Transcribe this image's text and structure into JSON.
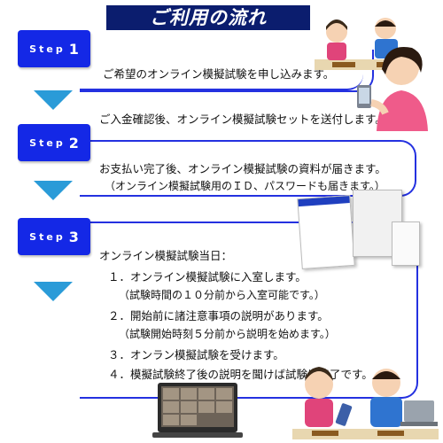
{
  "title": "ご利用の流れ",
  "steps": [
    {
      "word": "Step",
      "num": "1"
    },
    {
      "word": "Step",
      "num": "2"
    },
    {
      "word": "Step",
      "num": "3"
    }
  ],
  "step1": {
    "line1": "ご希望のオンライン模擬試験を申し込みます。"
  },
  "between12": {
    "line1": "ご入金確認後、オンライン模擬試験セットを送付します。"
  },
  "step2": {
    "line1": "お支払い完了後、オンライン模擬試験の資料が届きます。",
    "line2": "（オンライン模擬試験用のＩＤ、パスワードも届きます。）"
  },
  "step3": {
    "heading": "オンライン模擬試験当日：",
    "items": [
      "１．オンライン模擬試験に入室します。",
      "（試験時間の１０分前から入室可能です。）",
      "２．開始前に諸注意事項の説明があります。",
      "（試験開始時刻５分前から説明を始めます。）",
      "３．オンラン模擬試験を受けます。",
      "４．模擬試験終了後の説明を聞けば試験は終了です。"
    ]
  },
  "colors": {
    "badge": "#1428e6",
    "title_bg": "#0b1d6e",
    "box_border": "#2431e0",
    "arrow": "#2a9bd8"
  }
}
